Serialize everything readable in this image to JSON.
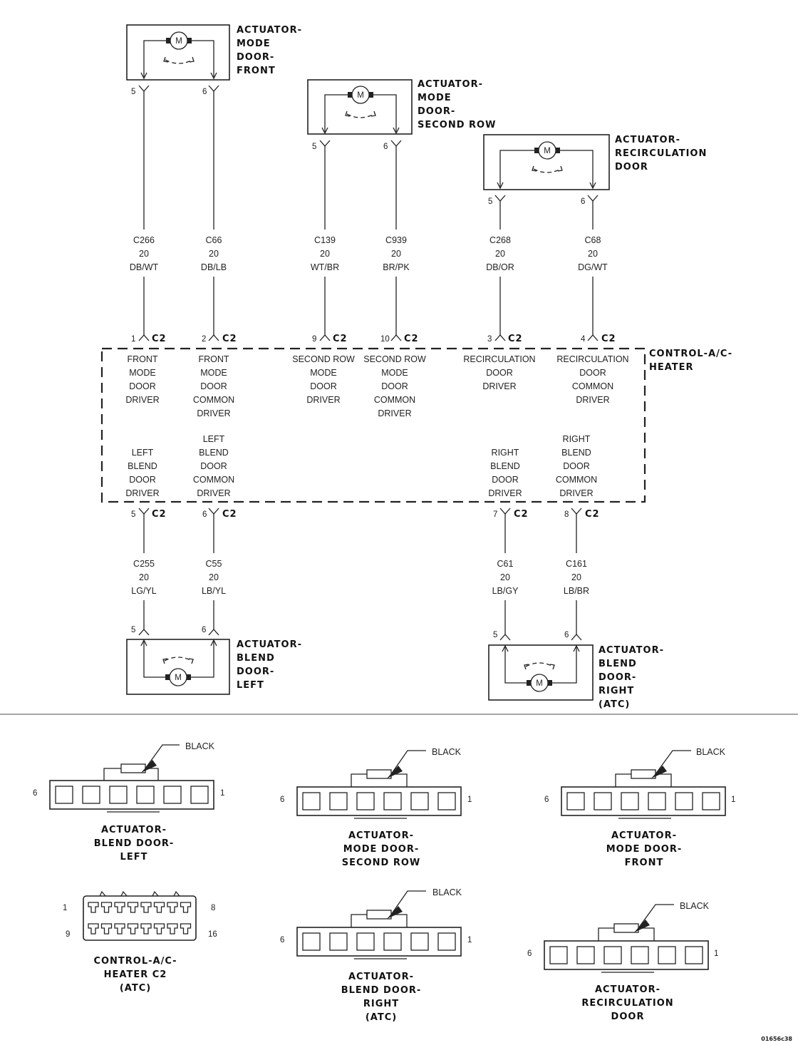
{
  "actuators": {
    "mode_front": {
      "title": [
        "ACTUATOR-",
        "MODE",
        "DOOR-",
        "FRONT"
      ],
      "motor": "M",
      "pins": [
        "5",
        "6"
      ]
    },
    "mode_second": {
      "title": [
        "ACTUATOR-",
        "MODE",
        "DOOR-",
        "SECOND ROW"
      ],
      "motor": "M",
      "pins": [
        "5",
        "6"
      ]
    },
    "recirc": {
      "title": [
        "ACTUATOR-",
        "RECIRCULATION",
        "DOOR"
      ],
      "motor": "M",
      "pins": [
        "5",
        "6"
      ]
    },
    "blend_left": {
      "title": [
        "ACTUATOR-",
        "BLEND",
        "DOOR-",
        "LEFT"
      ],
      "motor": "M",
      "pins": [
        "5",
        "6"
      ]
    },
    "blend_right": {
      "title": [
        "ACTUATOR-",
        "BLEND",
        "DOOR-",
        "RIGHT",
        "(ATC)"
      ],
      "motor": "M",
      "pins": [
        "5",
        "6"
      ]
    }
  },
  "wires_top": [
    {
      "circuit": "C266",
      "gauge": "20",
      "color": "DB/WT",
      "pin": "1",
      "conn": "C2"
    },
    {
      "circuit": "C66",
      "gauge": "20",
      "color": "DB/LB",
      "pin": "2",
      "conn": "C2"
    },
    {
      "circuit": "C139",
      "gauge": "20",
      "color": "WT/BR",
      "pin": "9",
      "conn": "C2"
    },
    {
      "circuit": "C939",
      "gauge": "20",
      "color": "BR/PK",
      "pin": "10",
      "conn": "C2"
    },
    {
      "circuit": "C268",
      "gauge": "20",
      "color": "DB/OR",
      "pin": "3",
      "conn": "C2"
    },
    {
      "circuit": "C68",
      "gauge": "20",
      "color": "DG/WT",
      "pin": "4",
      "conn": "C2"
    }
  ],
  "wires_bottom": [
    {
      "circuit": "C255",
      "gauge": "20",
      "color": "LG/YL",
      "pin": "5",
      "conn": "C2"
    },
    {
      "circuit": "C55",
      "gauge": "20",
      "color": "LB/YL",
      "pin": "6",
      "conn": "C2"
    },
    {
      "circuit": "C61",
      "gauge": "20",
      "color": "LB/GY",
      "pin": "7",
      "conn": "C2"
    },
    {
      "circuit": "C161",
      "gauge": "20",
      "color": "LB/BR",
      "pin": "8",
      "conn": "C2"
    }
  ],
  "module": {
    "title": [
      "CONTROL-A/C-",
      "HEATER"
    ],
    "top_functions": [
      [
        "FRONT",
        "MODE",
        "DOOR",
        "DRIVER"
      ],
      [
        "FRONT",
        "MODE",
        "DOOR",
        "COMMON",
        "DRIVER"
      ],
      [
        "SECOND ROW",
        "MODE",
        "DOOR",
        "DRIVER"
      ],
      [
        "SECOND ROW",
        "MODE",
        "DOOR",
        "COMMON",
        "DRIVER"
      ],
      [
        "RECIRCULATION",
        "DOOR",
        "DRIVER"
      ],
      [
        "RECIRCULATION",
        "DOOR",
        "COMMON",
        "DRIVER"
      ]
    ],
    "bottom_functions": [
      [
        "LEFT",
        "BLEND",
        "DOOR",
        "DRIVER"
      ],
      [
        "LEFT",
        "BLEND",
        "DOOR",
        "COMMON",
        "DRIVER"
      ],
      [
        "RIGHT",
        "BLEND",
        "DOOR",
        "DRIVER"
      ],
      [
        "RIGHT",
        "BLEND",
        "DOOR",
        "COMMON",
        "DRIVER"
      ]
    ]
  },
  "connectors": [
    {
      "title": [
        "ACTUATOR-",
        "BLEND DOOR-",
        "LEFT"
      ],
      "color": "BLACK",
      "left": "6",
      "right": "1"
    },
    {
      "title": [
        "ACTUATOR-",
        "MODE DOOR-",
        "SECOND ROW"
      ],
      "color": "BLACK",
      "left": "6",
      "right": "1"
    },
    {
      "title": [
        "ACTUATOR-",
        "MODE DOOR-",
        "FRONT"
      ],
      "color": "BLACK",
      "left": "6",
      "right": "1"
    },
    {
      "title": [
        "CONTROL-A/C-",
        "HEATER C2",
        "(ATC)"
      ],
      "pins": [
        "1",
        "8",
        "9",
        "16"
      ]
    },
    {
      "title": [
        "ACTUATOR-",
        "BLEND DOOR-",
        "RIGHT",
        "(ATC)"
      ],
      "color": "BLACK",
      "left": "6",
      "right": "1"
    },
    {
      "title": [
        "ACTUATOR-",
        "RECIRCULATION",
        "DOOR"
      ],
      "color": "BLACK",
      "left": "6",
      "right": "1"
    }
  ],
  "figure_id": "01656c38"
}
